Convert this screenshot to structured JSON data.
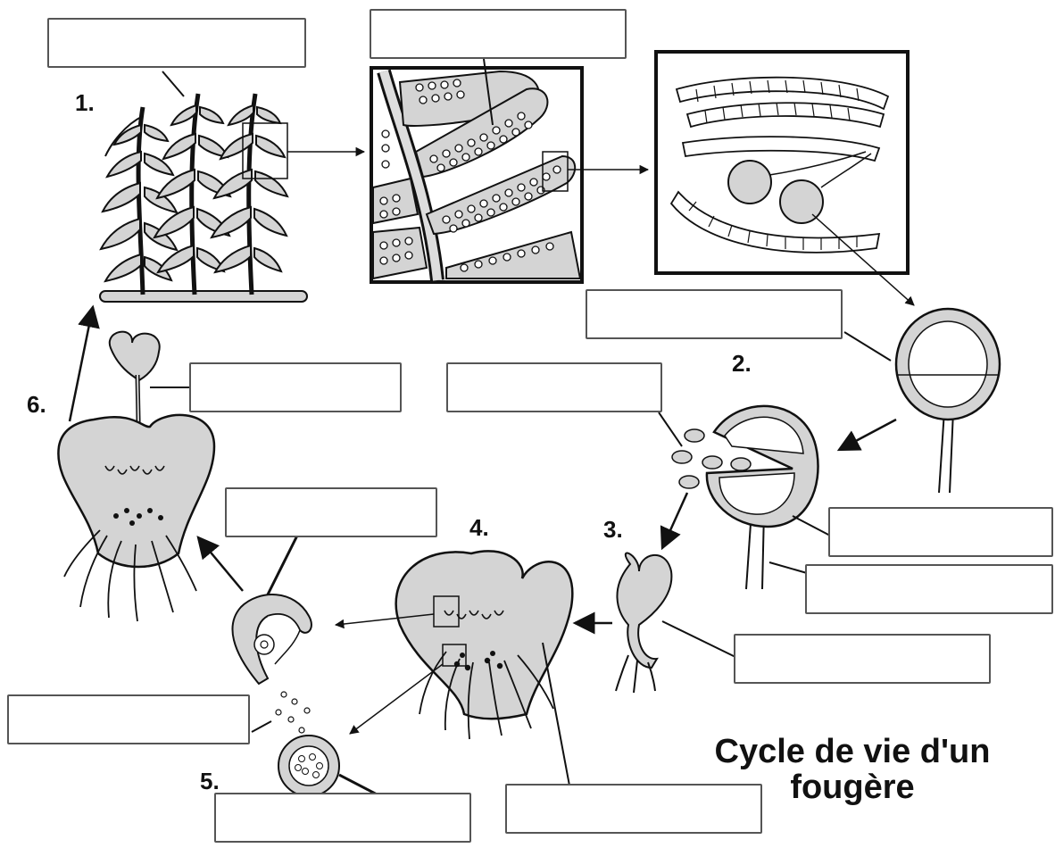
{
  "title": {
    "line1": "Cycle de vie d'un",
    "line2": "fougère"
  },
  "steps": [
    {
      "id": "1",
      "label": "1."
    },
    {
      "id": "2",
      "label": "2."
    },
    {
      "id": "3",
      "label": "3."
    },
    {
      "id": "4",
      "label": "4."
    },
    {
      "id": "5",
      "label": "5."
    },
    {
      "id": "6",
      "label": "6."
    }
  ],
  "label_boxes": [
    {
      "id": "fern-plant",
      "text": ""
    },
    {
      "id": "sori",
      "text": ""
    },
    {
      "id": "sporangium",
      "text": ""
    },
    {
      "id": "spores",
      "text": ""
    },
    {
      "id": "sporangium-wall",
      "text": ""
    },
    {
      "id": "sporangium-stalk",
      "text": ""
    },
    {
      "id": "germinating-spore",
      "text": ""
    },
    {
      "id": "prothallus",
      "text": ""
    },
    {
      "id": "antheridium",
      "text": ""
    },
    {
      "id": "sperm",
      "text": ""
    },
    {
      "id": "archegonium",
      "text": ""
    },
    {
      "id": "young-sporophyte",
      "text": ""
    }
  ],
  "colors": {
    "tissue_fill": "#d4d4d4",
    "line": "#111111",
    "box_border": "#555555"
  }
}
